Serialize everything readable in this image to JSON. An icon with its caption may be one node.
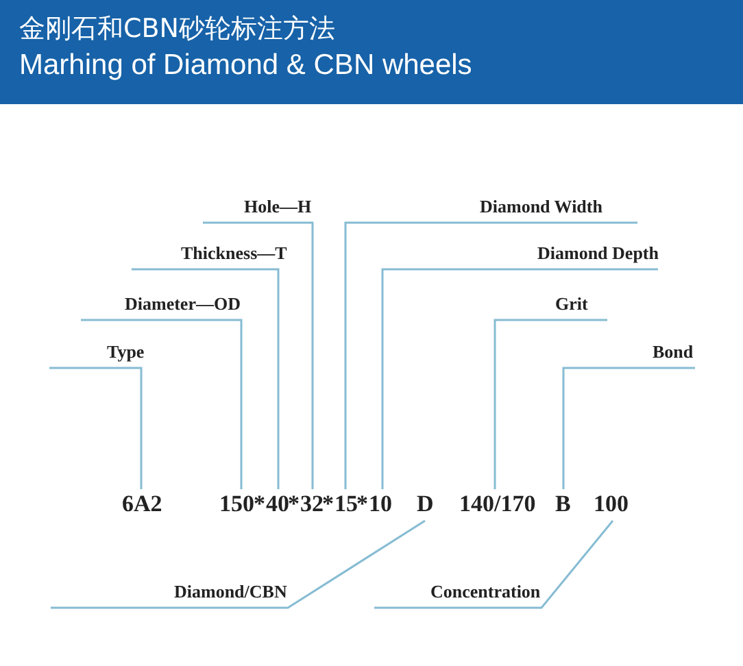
{
  "diagram": {
    "title": "金刚石和CBN砂轮标注方法",
    "nodes": [
      {
        "text": [
          "Hole—H"
        ]
      },
      {
        "text": [
          "Diamond Width"
        ]
      },
      {
        "text": [
          "Thickness—T"
        ]
      },
      {
        "text": [
          "Diamond Depth"
        ]
      },
      {
        "text": [
          "Diameter—OD"
        ]
      },
      {
        "text": [
          "Grit"
        ]
      },
      {
        "text": [
          "Type"
        ]
      },
      {
        "text": [
          "Bond"
        ]
      },
      {
        "text": [
          "6A2"
        ]
      },
      {
        "text": [
          "150"
        ]
      },
      {
        "text": [
          "40"
        ]
      },
      {
        "text": [
          "32"
        ]
      },
      {
        "text": [
          "15"
        ]
      },
      {
        "text": [
          "10"
        ]
      },
      {
        "text": [
          "D"
        ]
      },
      {
        "text": [
          "140/170"
        ]
      },
      {
        "text": [
          "B"
        ]
      },
      {
        "text": [
          "100"
        ]
      },
      {
        "text": [
          "Diamond/CBN"
        ]
      },
      {
        "text": [
          "Concentration"
        ]
      }
    ],
    "edges": [
      {
        "from": 6,
        "to": 8,
        "arrow": "none"
      },
      {
        "from": 4,
        "to": 9,
        "arrow": "none"
      },
      {
        "from": 2,
        "to": 10,
        "arrow": "none"
      },
      {
        "from": 0,
        "to": 11,
        "arrow": "none"
      },
      {
        "from": 1,
        "to": 12,
        "arrow": "none"
      },
      {
        "from": 3,
        "to": 13,
        "arrow": "none"
      },
      {
        "from": 5,
        "to": 15,
        "arrow": "none"
      },
      {
        "from": 7,
        "to": 16,
        "arrow": "none"
      },
      {
        "from": 18,
        "to": 14,
        "arrow": "none"
      },
      {
        "from": 19,
        "to": 17,
        "arrow": "none"
      }
    ],
    "labels": [
      "Marhing of Diamond & CBN wheels",
      "*",
      "*",
      "*",
      "*"
    ]
  }
}
